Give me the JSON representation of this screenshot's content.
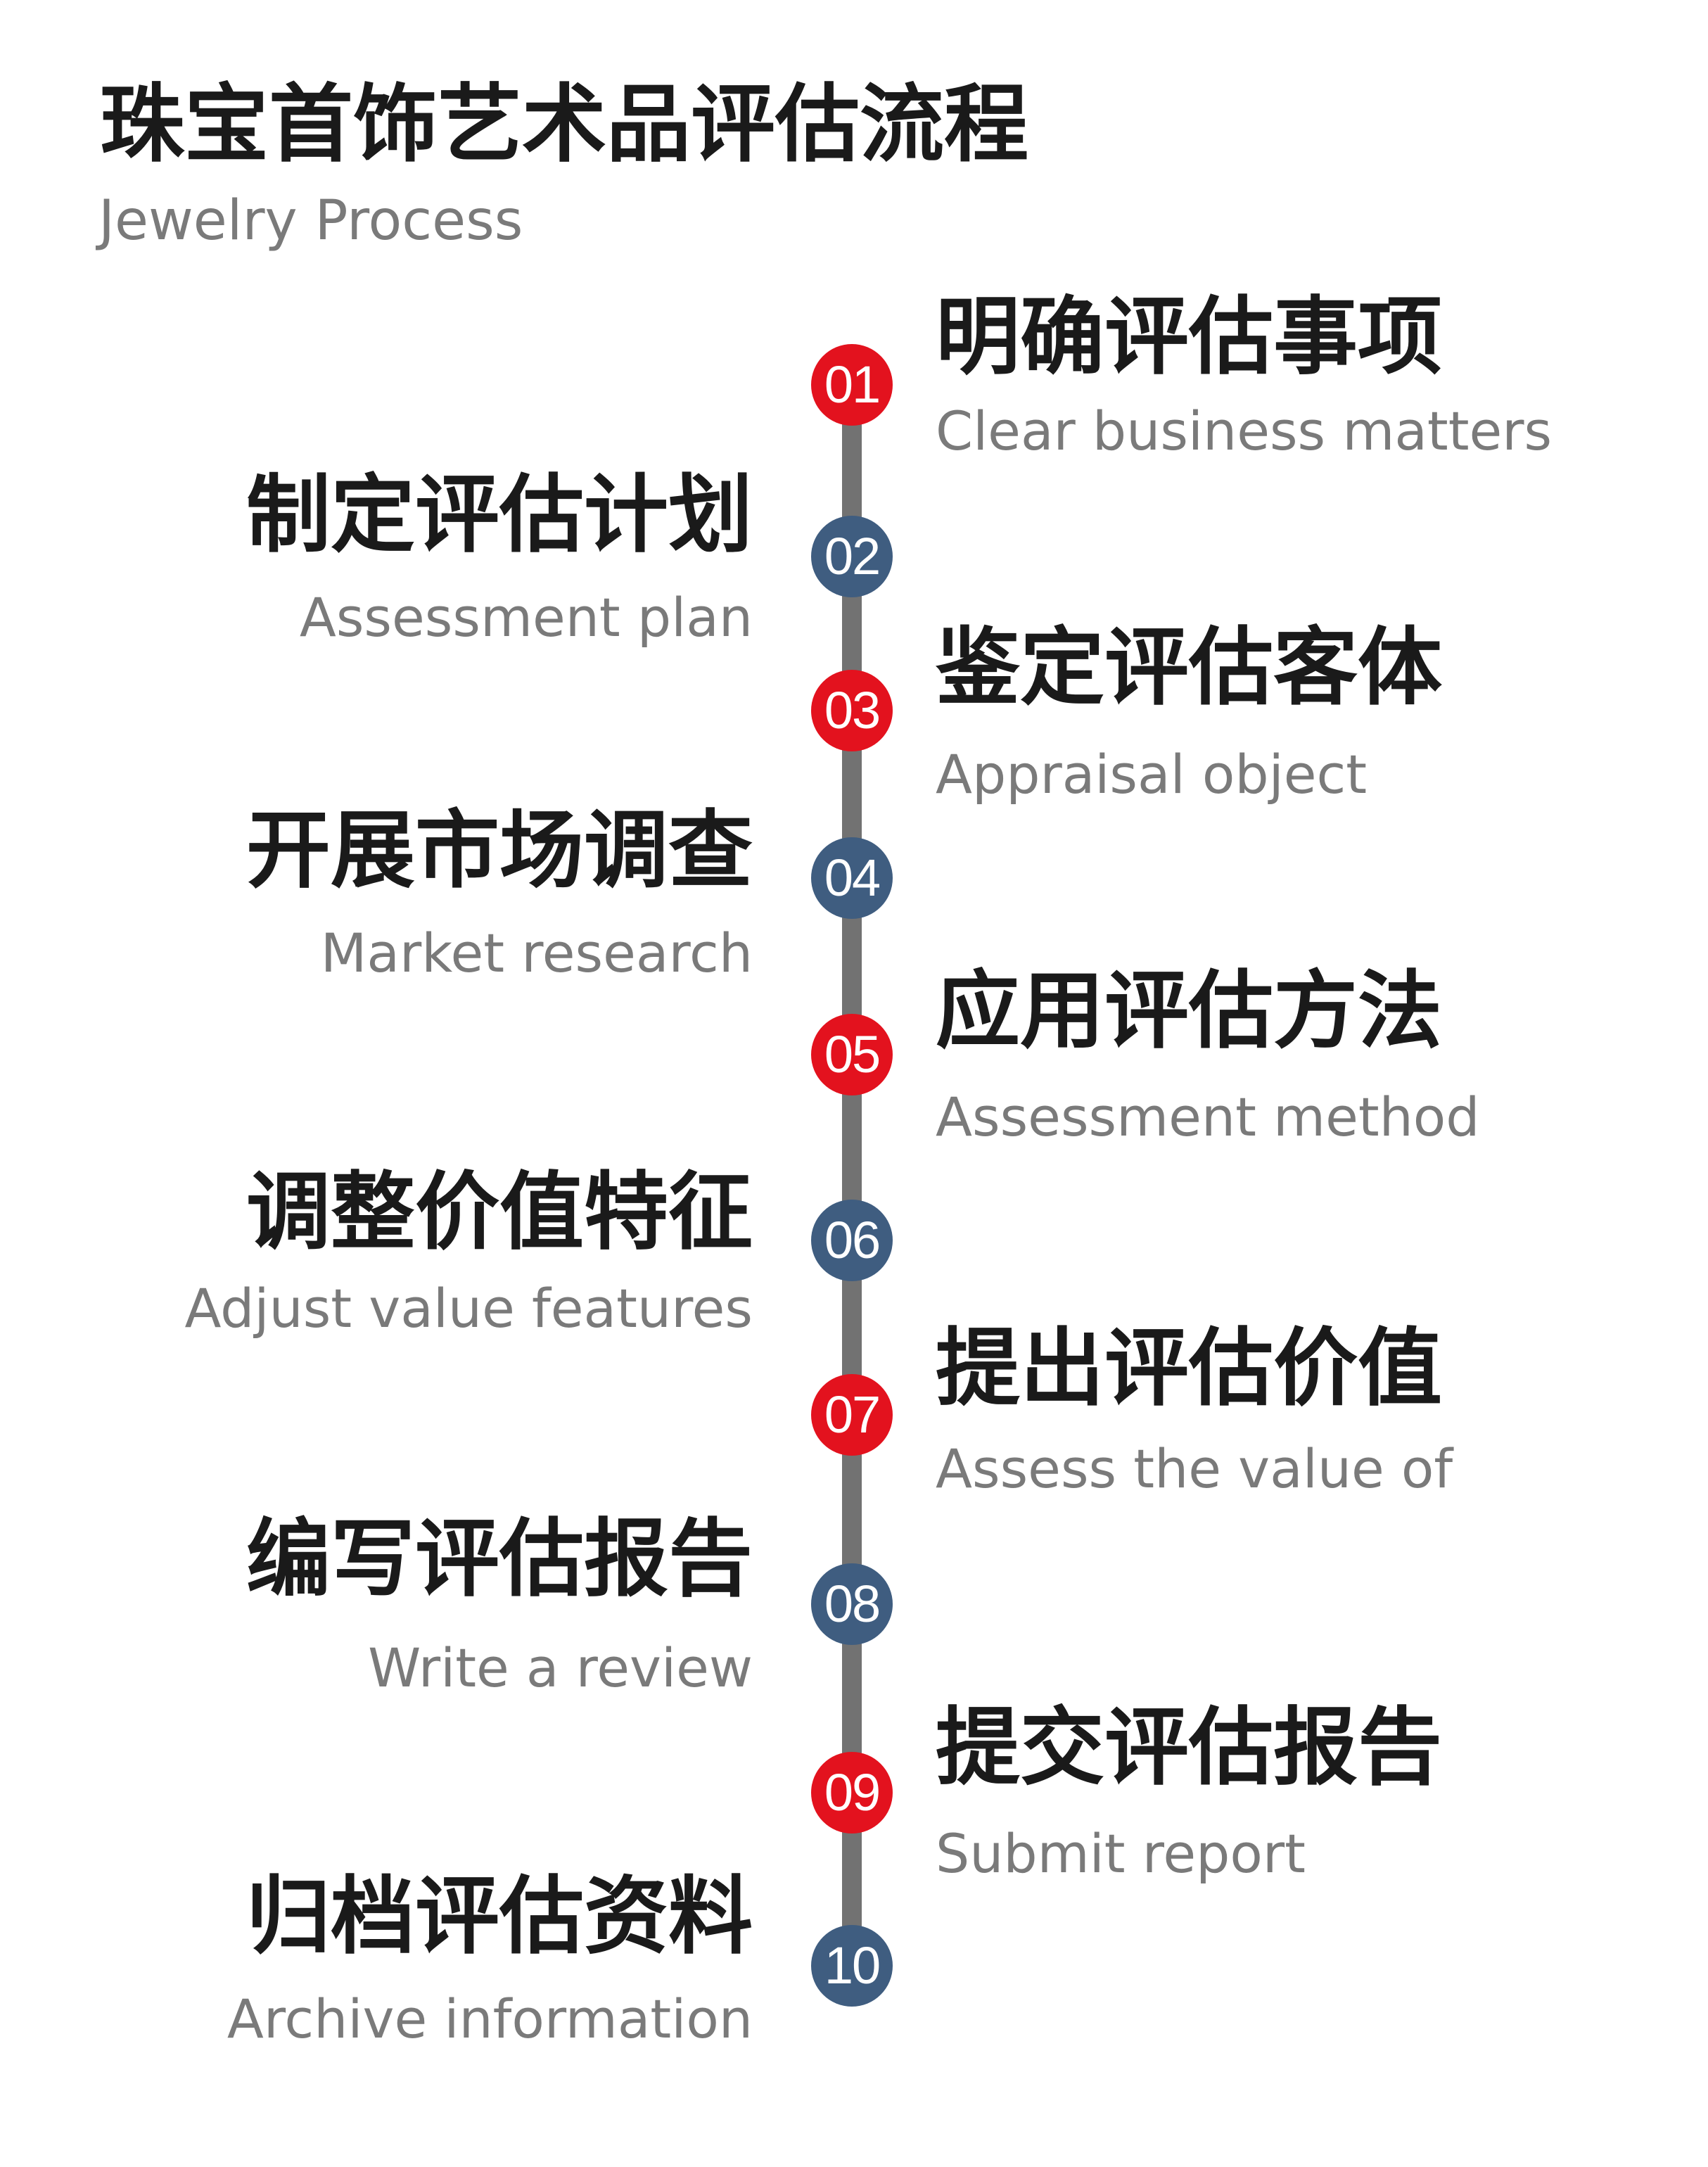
{
  "title": {
    "zh": "珠宝首饰艺术品评估流程",
    "en": "Jewelry  Process"
  },
  "colors": {
    "red": "#e3121e",
    "blue": "#3f5d80",
    "line": "#727272"
  },
  "steps": [
    {
      "num": "01",
      "zh": "明确评估事项",
      "en": "Clear business matters",
      "side": "right",
      "color": "red"
    },
    {
      "num": "02",
      "zh": "制定评估计划",
      "en": "Assessment plan",
      "side": "left",
      "color": "blue"
    },
    {
      "num": "03",
      "zh": "鉴定评估客体",
      "en": "Appraisal object",
      "side": "right",
      "color": "red"
    },
    {
      "num": "04",
      "zh": "开展市场调查",
      "en": "Market research",
      "side": "left",
      "color": "blue"
    },
    {
      "num": "05",
      "zh": "应用评估方法",
      "en": "Assessment method",
      "side": "right",
      "color": "red"
    },
    {
      "num": "06",
      "zh": "调整价值特征",
      "en": "Adjust value features",
      "side": "left",
      "color": "blue"
    },
    {
      "num": "07",
      "zh": "提出评估价值",
      "en": "Assess the value of",
      "side": "right",
      "color": "red"
    },
    {
      "num": "08",
      "zh": "编写评估报告",
      "en": "Write a review",
      "side": "left",
      "color": "blue"
    },
    {
      "num": "09",
      "zh": "提交评估报告",
      "en": "Submit  report",
      "side": "right",
      "color": "red"
    },
    {
      "num": "10",
      "zh": "归档评估资料",
      "en": "Archive  information",
      "side": "left",
      "color": "blue"
    }
  ]
}
